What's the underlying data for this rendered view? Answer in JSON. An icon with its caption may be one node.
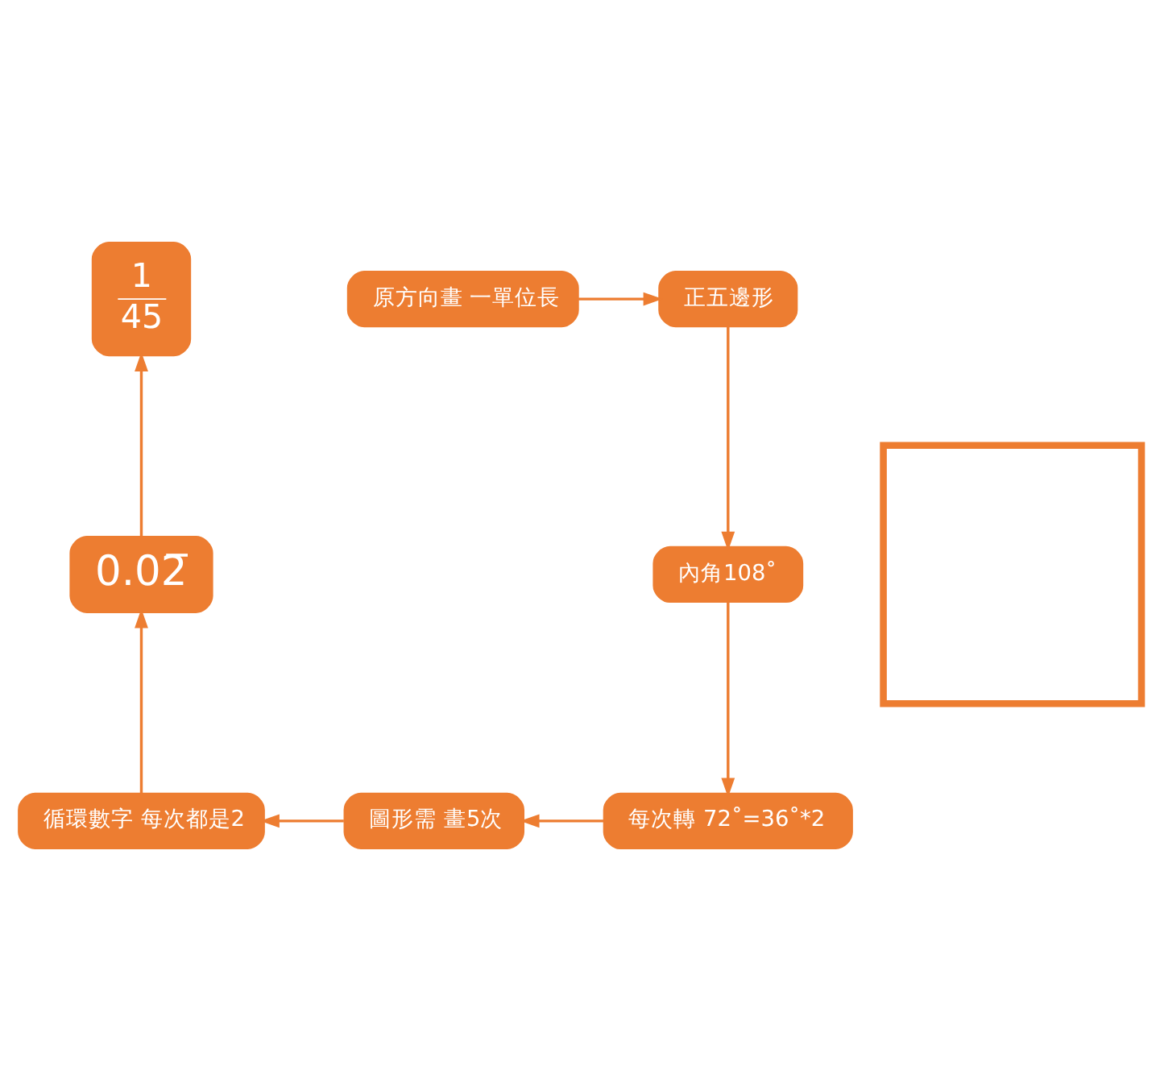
{
  "diagram": {
    "nodes": [
      {
        "text": [
          "原方向畫 一單位長"
        ]
      },
      {
        "text": [
          "正五邊形"
        ]
      },
      {
        "text": [
          "內角108˚"
        ]
      },
      {
        "text": [
          "每次轉 72˚=36˚*2"
        ]
      },
      {
        "text": [
          "圖形需 畫5次"
        ]
      },
      {
        "text": [
          "循環數字 每次都是2"
        ]
      },
      {
        "text": [
          "0.02̅"
        ]
      },
      {
        "text": [
          "1",
          "45"
        ]
      },
      {
        "text": [],
        "shape": "box"
      }
    ],
    "edges": [
      {
        "from": 0,
        "to": 1,
        "arrow": "to"
      },
      {
        "from": 1,
        "to": 2,
        "arrow": "to"
      },
      {
        "from": 2,
        "to": 3,
        "arrow": "to"
      },
      {
        "from": 3,
        "to": 4,
        "arrow": "to"
      },
      {
        "from": 4,
        "to": 5,
        "arrow": "to"
      },
      {
        "from": 5,
        "to": 6,
        "arrow": "to"
      },
      {
        "from": 6,
        "to": 7,
        "arrow": "to"
      }
    ]
  }
}
